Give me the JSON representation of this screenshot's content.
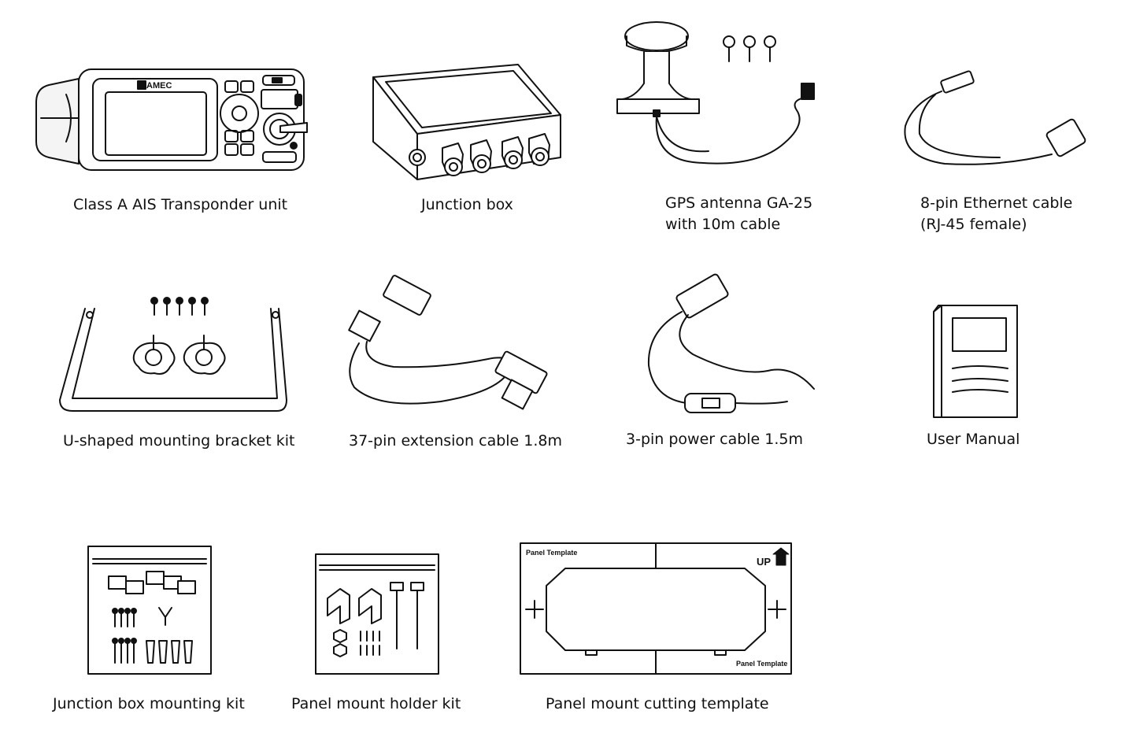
{
  "items": {
    "transponder": {
      "label": "Class A AIS Transponder unit",
      "logo_text": "AMEC"
    },
    "junction_box": {
      "label": "Junction box"
    },
    "gps_antenna": {
      "line1": "GPS antenna GA-25",
      "line2": "with 10m cable"
    },
    "ethernet_cable": {
      "line1": "8-pin Ethernet cable",
      "line2": "(RJ-45 female)"
    },
    "u_bracket": {
      "label": "U-shaped mounting bracket kit"
    },
    "extension_cable": {
      "label": "37-pin extension cable 1.8m"
    },
    "power_cable": {
      "label": "3-pin power cable 1.5m"
    },
    "user_manual": {
      "label": "User Manual"
    },
    "jb_mount_kit": {
      "label": "Junction box mounting kit"
    },
    "panel_holder_kit": {
      "label": "Panel mount holder kit"
    },
    "cutting_template": {
      "label": "Panel mount cutting template",
      "template_text_top": "Panel Template",
      "template_text_bottom": "Panel Template",
      "up_text": "UP"
    }
  }
}
